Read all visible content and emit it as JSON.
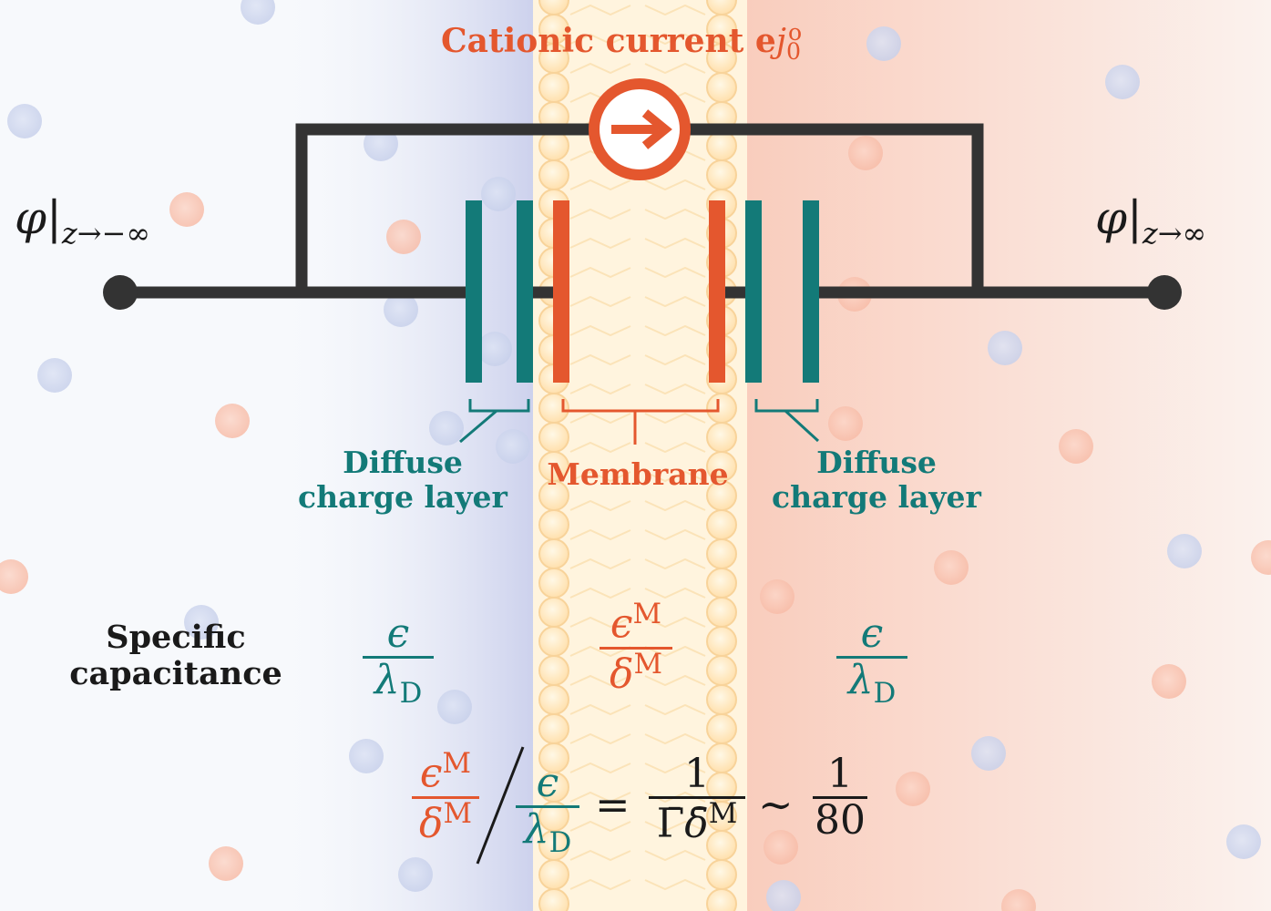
{
  "current": {
    "label": "Cationic current e",
    "symbol": "j",
    "sub": "0",
    "sup": "o"
  },
  "potential_left": {
    "symbol": "φ",
    "sub": "z→−∞"
  },
  "potential_right": {
    "symbol": "φ",
    "sub": "z→∞"
  },
  "labels": {
    "diffuse_left_line1": "Diffuse",
    "diffuse_left_line2": "charge layer",
    "membrane": "Membrane",
    "diffuse_right_line1": "Diffuse",
    "diffuse_right_line2": "charge layer",
    "specific_line1": "Specific",
    "specific_line2": "capacitance"
  },
  "capacitance": {
    "left": {
      "num": "ϵ",
      "den": "λ",
      "den_sub": "D"
    },
    "middle": {
      "num": "ϵ",
      "num_sup": "M",
      "den": "δ",
      "den_sup": "M"
    },
    "right": {
      "num": "ϵ",
      "den": "λ",
      "den_sub": "D"
    }
  },
  "ratio": {
    "a_num": "ϵ",
    "a_num_sup": "M",
    "a_den": "δ",
    "a_den_sup": "M",
    "b_num": "ϵ",
    "b_den": "λ",
    "b_den_sub": "D",
    "equals": "=",
    "c_num": "1",
    "c_den_a": "Γ̄",
    "c_den_b": "δ̄",
    "c_den_sup": "M",
    "approx": "∼",
    "d_num": "1",
    "d_den": "80"
  },
  "colors": {
    "teal": "#137a78",
    "orange": "#e4572e",
    "wire": "#333333",
    "blue_ion": "#c9d2ec",
    "red_ion": "#f8c4b4"
  }
}
